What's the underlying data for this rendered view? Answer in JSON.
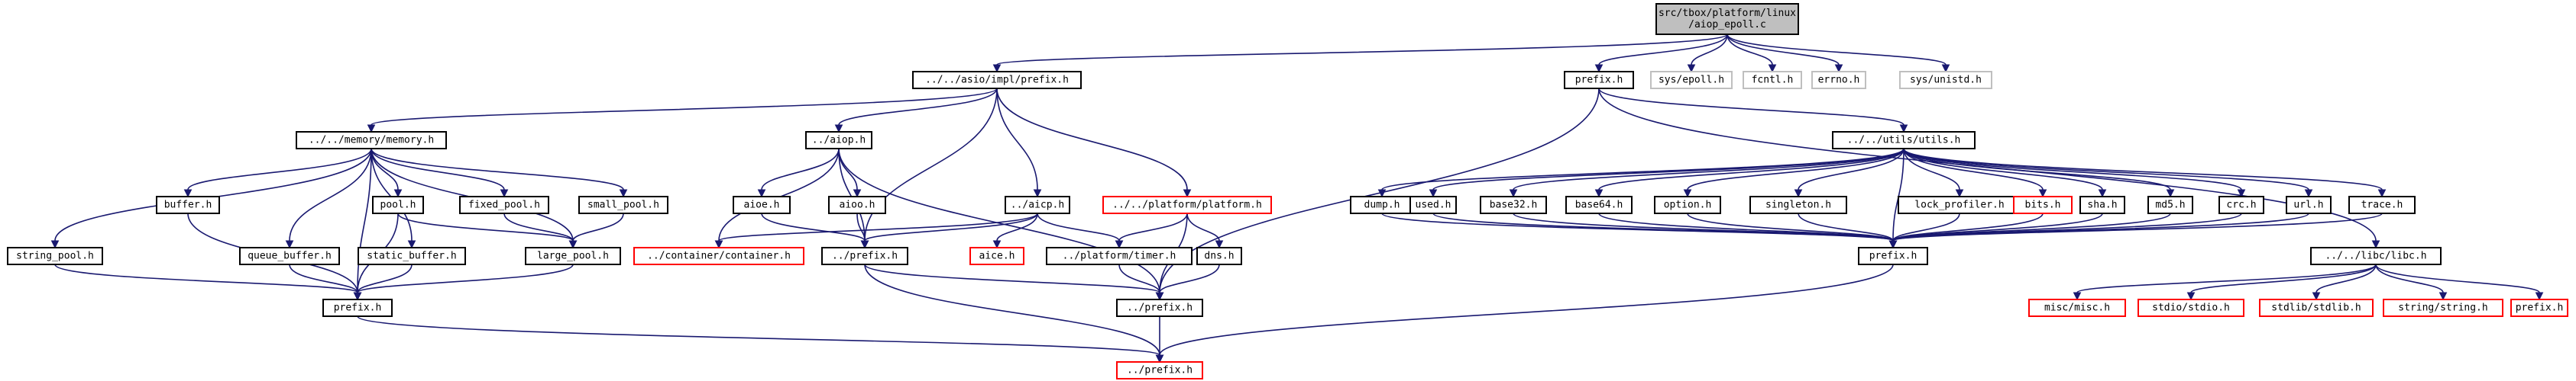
{
  "diagram": {
    "type": "include-dependency-graph",
    "colors": {
      "edge": "#191970",
      "root_fill": "#bfbfbf",
      "normal_border": "#000000",
      "missing_border": "#ff0000",
      "external_border": "#bfbfbf",
      "background": "#ffffff"
    },
    "nodes": [
      {
        "id": "root",
        "label": "src/tbox/platform/linux\n/aiop_epoll.c",
        "kind": "root"
      },
      {
        "id": "asio_prefix",
        "label": "../../asio/impl/prefix.h",
        "kind": "normal"
      },
      {
        "id": "prefix_top",
        "label": "prefix.h",
        "kind": "normal"
      },
      {
        "id": "sys_epoll",
        "label": "sys/epoll.h",
        "kind": "external"
      },
      {
        "id": "fcntl",
        "label": "fcntl.h",
        "kind": "external"
      },
      {
        "id": "errno",
        "label": "errno.h",
        "kind": "external"
      },
      {
        "id": "sys_unistd",
        "label": "sys/unistd.h",
        "kind": "external"
      },
      {
        "id": "memory",
        "label": "../../memory/memory.h",
        "kind": "normal"
      },
      {
        "id": "aiop",
        "label": "../aiop.h",
        "kind": "normal"
      },
      {
        "id": "utils",
        "label": "../../utils/utils.h",
        "kind": "normal"
      },
      {
        "id": "string_pool",
        "label": "string_pool.h",
        "kind": "normal"
      },
      {
        "id": "buffer",
        "label": "buffer.h",
        "kind": "normal"
      },
      {
        "id": "queue_buffer",
        "label": "queue_buffer.h",
        "kind": "normal"
      },
      {
        "id": "static_buffer",
        "label": "static_buffer.h",
        "kind": "normal"
      },
      {
        "id": "pool",
        "label": "pool.h",
        "kind": "normal"
      },
      {
        "id": "fixed_pool",
        "label": "fixed_pool.h",
        "kind": "normal"
      },
      {
        "id": "small_pool",
        "label": "small_pool.h",
        "kind": "normal"
      },
      {
        "id": "large_pool",
        "label": "large_pool.h",
        "kind": "normal"
      },
      {
        "id": "mem_prefix",
        "label": "prefix.h",
        "kind": "normal"
      },
      {
        "id": "aioe",
        "label": "aioe.h",
        "kind": "normal"
      },
      {
        "id": "aioo",
        "label": "aioo.h",
        "kind": "normal"
      },
      {
        "id": "aicp",
        "label": "../aicp.h",
        "kind": "normal"
      },
      {
        "id": "platform",
        "label": "../../platform/platform.h",
        "kind": "missing"
      },
      {
        "id": "container",
        "label": "../container/container.h",
        "kind": "missing"
      },
      {
        "id": "dotdot_prefix",
        "label": "../prefix.h",
        "kind": "normal"
      },
      {
        "id": "aice",
        "label": "aice.h",
        "kind": "missing"
      },
      {
        "id": "timer",
        "label": "../platform/timer.h",
        "kind": "normal"
      },
      {
        "id": "dns",
        "label": "dns.h",
        "kind": "normal"
      },
      {
        "id": "plat_prefix",
        "label": "../prefix.h",
        "kind": "normal"
      },
      {
        "id": "final_prefix",
        "label": "../prefix.h",
        "kind": "missing"
      },
      {
        "id": "dump",
        "label": "dump.h",
        "kind": "normal"
      },
      {
        "id": "used",
        "label": "used.h",
        "kind": "normal"
      },
      {
        "id": "base32",
        "label": "base32.h",
        "kind": "normal"
      },
      {
        "id": "base64",
        "label": "base64.h",
        "kind": "normal"
      },
      {
        "id": "option",
        "label": "option.h",
        "kind": "normal"
      },
      {
        "id": "singleton",
        "label": "singleton.h",
        "kind": "normal"
      },
      {
        "id": "lock_profiler",
        "label": "lock_profiler.h",
        "kind": "normal"
      },
      {
        "id": "bits",
        "label": "bits.h",
        "kind": "missing"
      },
      {
        "id": "sha",
        "label": "sha.h",
        "kind": "normal"
      },
      {
        "id": "md5",
        "label": "md5.h",
        "kind": "normal"
      },
      {
        "id": "crc",
        "label": "crc.h",
        "kind": "normal"
      },
      {
        "id": "url",
        "label": "url.h",
        "kind": "normal"
      },
      {
        "id": "trace",
        "label": "trace.h",
        "kind": "normal"
      },
      {
        "id": "utils_prefix",
        "label": "prefix.h",
        "kind": "normal"
      },
      {
        "id": "libc",
        "label": "../../libc/libc.h",
        "kind": "normal"
      },
      {
        "id": "misc",
        "label": "misc/misc.h",
        "kind": "missing"
      },
      {
        "id": "stdio",
        "label": "stdio/stdio.h",
        "kind": "missing"
      },
      {
        "id": "stdlib",
        "label": "stdlib/stdlib.h",
        "kind": "missing"
      },
      {
        "id": "string",
        "label": "string/string.h",
        "kind": "missing"
      },
      {
        "id": "libc_prefix",
        "label": "prefix.h",
        "kind": "missing"
      }
    ],
    "edges": [
      [
        "root",
        "asio_prefix"
      ],
      [
        "root",
        "prefix_top"
      ],
      [
        "root",
        "sys_epoll"
      ],
      [
        "root",
        "fcntl"
      ],
      [
        "root",
        "errno"
      ],
      [
        "root",
        "sys_unistd"
      ],
      [
        "asio_prefix",
        "memory"
      ],
      [
        "asio_prefix",
        "aiop"
      ],
      [
        "asio_prefix",
        "dotdot_prefix"
      ],
      [
        "asio_prefix",
        "aicp"
      ],
      [
        "asio_prefix",
        "platform"
      ],
      [
        "prefix_top",
        "plat_prefix"
      ],
      [
        "prefix_top",
        "utils"
      ],
      [
        "prefix_top",
        "libc"
      ],
      [
        "memory",
        "string_pool"
      ],
      [
        "memory",
        "buffer"
      ],
      [
        "memory",
        "queue_buffer"
      ],
      [
        "memory",
        "static_buffer"
      ],
      [
        "memory",
        "pool"
      ],
      [
        "memory",
        "fixed_pool"
      ],
      [
        "memory",
        "small_pool"
      ],
      [
        "memory",
        "large_pool"
      ],
      [
        "memory",
        "mem_prefix"
      ],
      [
        "string_pool",
        "mem_prefix"
      ],
      [
        "buffer",
        "mem_prefix"
      ],
      [
        "queue_buffer",
        "mem_prefix"
      ],
      [
        "static_buffer",
        "mem_prefix"
      ],
      [
        "pool",
        "mem_prefix"
      ],
      [
        "pool",
        "large_pool"
      ],
      [
        "fixed_pool",
        "large_pool"
      ],
      [
        "small_pool",
        "large_pool"
      ],
      [
        "large_pool",
        "mem_prefix"
      ],
      [
        "mem_prefix",
        "final_prefix"
      ],
      [
        "aiop",
        "container"
      ],
      [
        "aiop",
        "aioe"
      ],
      [
        "aiop",
        "aioo"
      ],
      [
        "aiop",
        "dotdot_prefix"
      ],
      [
        "aiop",
        "plat_prefix"
      ],
      [
        "aioe",
        "dotdot_prefix"
      ],
      [
        "aioo",
        "dotdot_prefix"
      ],
      [
        "aicp",
        "container"
      ],
      [
        "aicp",
        "dotdot_prefix"
      ],
      [
        "aicp",
        "aice"
      ],
      [
        "aicp",
        "timer"
      ],
      [
        "platform",
        "timer"
      ],
      [
        "platform",
        "dns"
      ],
      [
        "platform",
        "plat_prefix"
      ],
      [
        "timer",
        "plat_prefix"
      ],
      [
        "dns",
        "plat_prefix"
      ],
      [
        "dotdot_prefix",
        "plat_prefix"
      ],
      [
        "dotdot_prefix",
        "final_prefix"
      ],
      [
        "plat_prefix",
        "final_prefix"
      ],
      [
        "utils",
        "dump"
      ],
      [
        "utils",
        "used"
      ],
      [
        "utils",
        "base32"
      ],
      [
        "utils",
        "base64"
      ],
      [
        "utils",
        "option"
      ],
      [
        "utils",
        "singleton"
      ],
      [
        "utils",
        "lock_profiler"
      ],
      [
        "utils",
        "bits"
      ],
      [
        "utils",
        "sha"
      ],
      [
        "utils",
        "md5"
      ],
      [
        "utils",
        "crc"
      ],
      [
        "utils",
        "url"
      ],
      [
        "utils",
        "trace"
      ],
      [
        "utils",
        "utils_prefix"
      ],
      [
        "dump",
        "utils_prefix"
      ],
      [
        "used",
        "utils_prefix"
      ],
      [
        "base32",
        "utils_prefix"
      ],
      [
        "base64",
        "utils_prefix"
      ],
      [
        "option",
        "utils_prefix"
      ],
      [
        "singleton",
        "utils_prefix"
      ],
      [
        "lock_profiler",
        "utils_prefix"
      ],
      [
        "bits",
        "utils_prefix"
      ],
      [
        "sha",
        "utils_prefix"
      ],
      [
        "md5",
        "utils_prefix"
      ],
      [
        "crc",
        "utils_prefix"
      ],
      [
        "url",
        "utils_prefix"
      ],
      [
        "trace",
        "utils_prefix"
      ],
      [
        "utils_prefix",
        "final_prefix"
      ],
      [
        "libc",
        "misc"
      ],
      [
        "libc",
        "stdio"
      ],
      [
        "libc",
        "stdlib"
      ],
      [
        "libc",
        "string"
      ],
      [
        "libc",
        "libc_prefix"
      ]
    ]
  }
}
